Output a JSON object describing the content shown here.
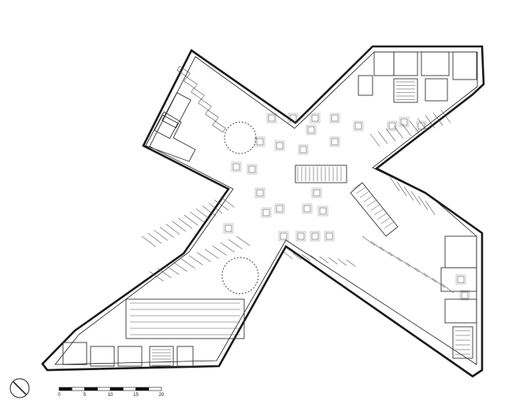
{
  "plan": {
    "line_color": "#1a1a1a",
    "wall_color": "#333333",
    "furniture_color": "#555555",
    "background": "#ffffff"
  },
  "north_arrow": {
    "icon": "north-arrow-icon"
  },
  "scale_bar": {
    "labels": [
      "0",
      "5",
      "10",
      "15",
      "20"
    ],
    "segment_colors": [
      "#111111",
      "#ffffff"
    ]
  }
}
